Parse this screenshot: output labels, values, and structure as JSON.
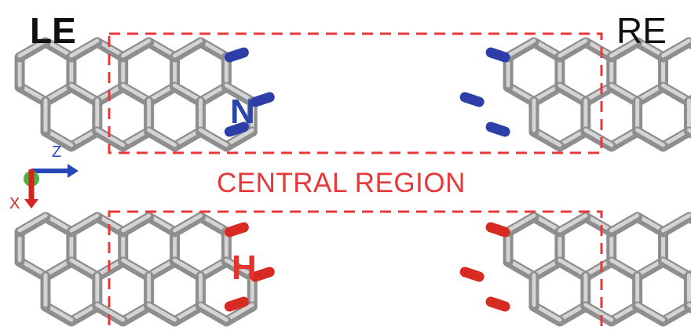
{
  "labels": {
    "left_electrode": "LE",
    "right_electrode": "RE",
    "nitrogen_termination": "N",
    "hydrogen_termination": "H",
    "central_region": "CENTRAL REGION"
  },
  "axes": {
    "z": "Z",
    "x": "X"
  },
  "colors": {
    "carbon_bond": "#a9a9a9",
    "nitrogen": "#2e3ea9",
    "hydrogen": "#d62a22",
    "region_box": "#e8383a",
    "central_text": "#e8383a",
    "n_label": "#2b45a8",
    "h_label": "#e2332c",
    "axis_z": "#2746b8",
    "axis_x": "#d5231d",
    "axis_y": "#4fb043"
  },
  "icons": {
    "molecule": "zigzag-graphene-nanoribbon",
    "axis": "xyz-axis-triad"
  }
}
